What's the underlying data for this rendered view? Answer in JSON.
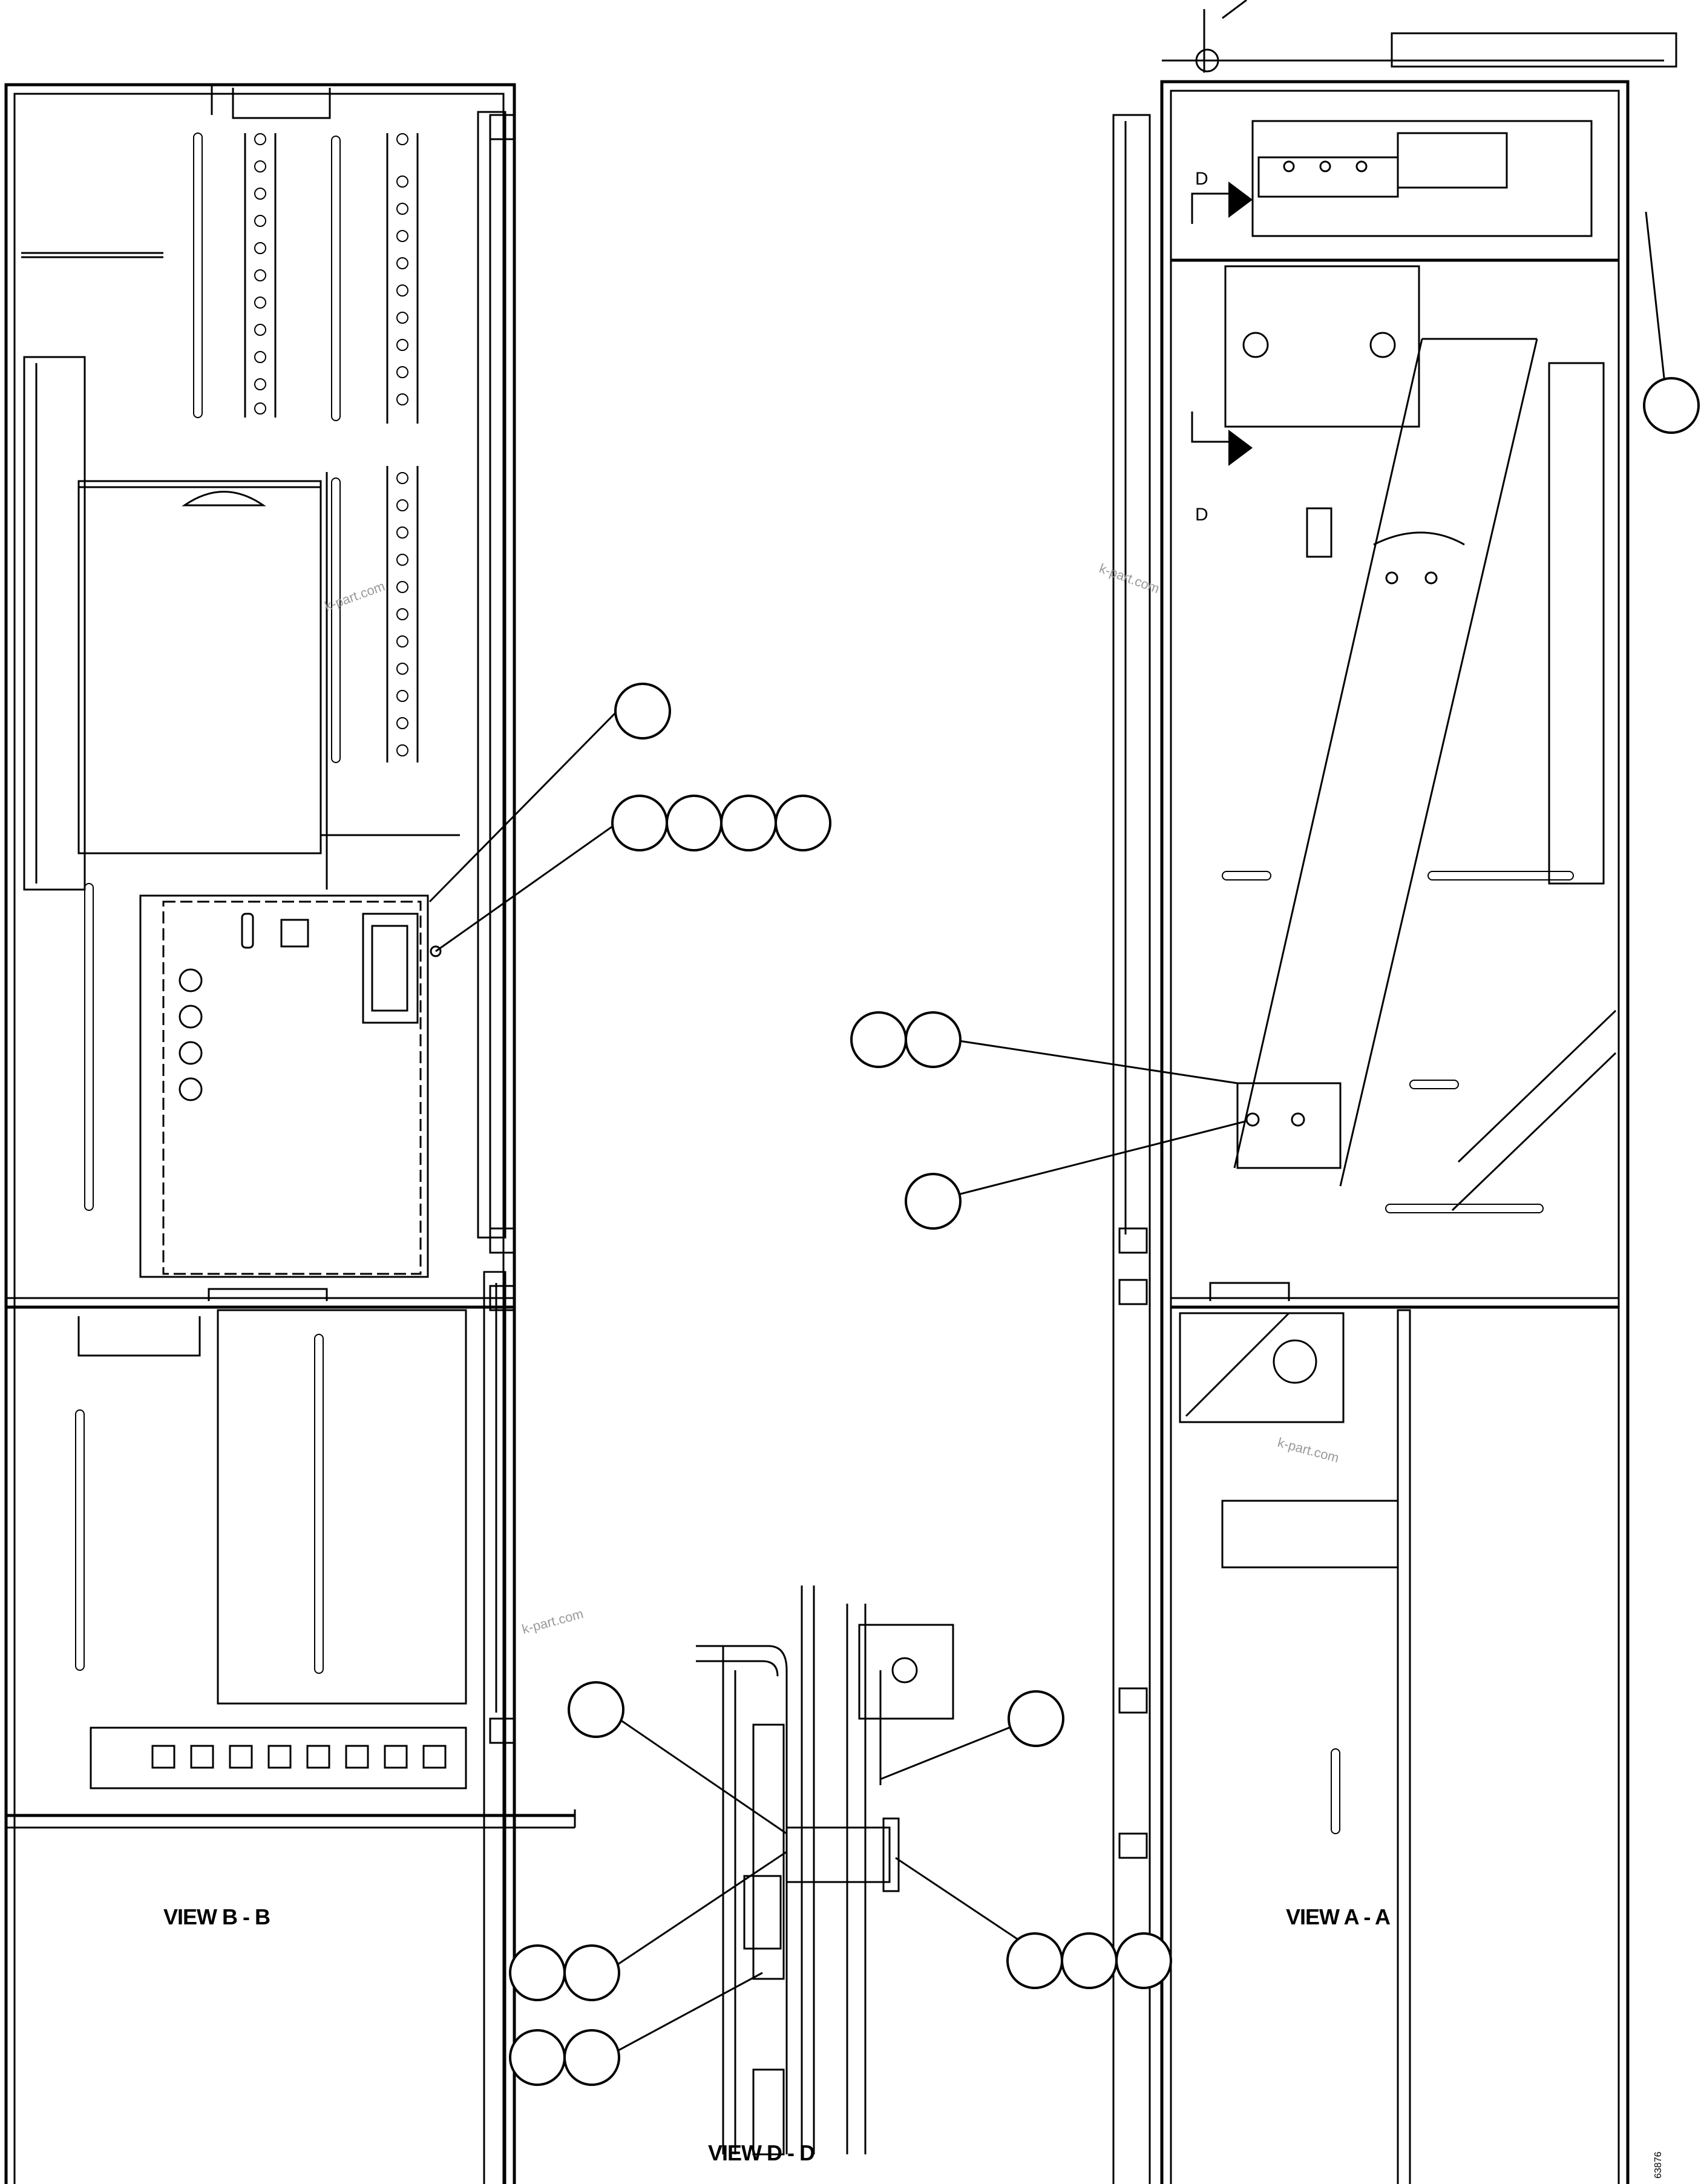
{
  "views": [
    {
      "id": "b-b",
      "label": "VIEW B - B"
    },
    {
      "id": "a-a",
      "label": "VIEW A - A"
    },
    {
      "id": "d-d",
      "label": "VIEW D - D"
    }
  ],
  "section_marks": {
    "top": "D",
    "bottom": "D"
  },
  "watermark": "k-part.com",
  "drawing_number": "63876"
}
